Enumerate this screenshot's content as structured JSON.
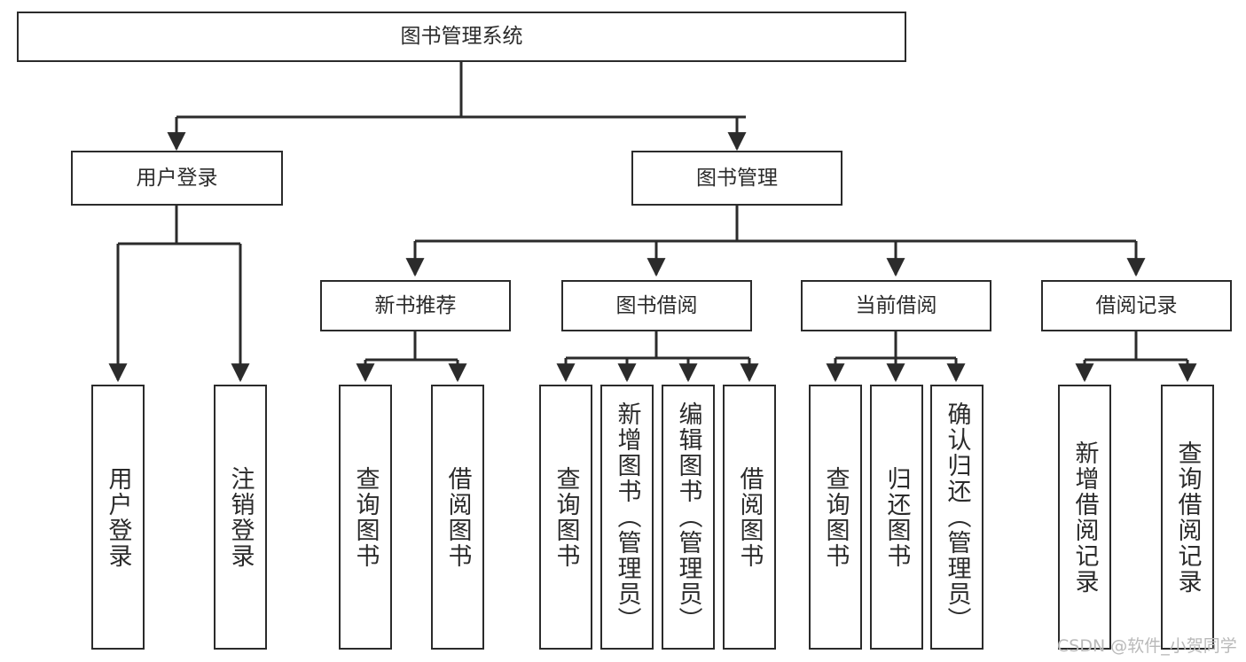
{
  "diagram": {
    "type": "tree-hierarchy",
    "title": "图书管理系统",
    "root": {
      "label": "图书管理系统"
    },
    "level2": [
      {
        "id": "user-login",
        "label": "用户登录"
      },
      {
        "id": "book-manage",
        "label": "图书管理"
      }
    ],
    "level3": [
      {
        "id": "new-book-rec",
        "label": "新书推荐",
        "parent": "book-manage"
      },
      {
        "id": "book-borrow",
        "label": "图书借阅",
        "parent": "book-manage"
      },
      {
        "id": "current-borrow",
        "label": "当前借阅",
        "parent": "book-manage"
      },
      {
        "id": "borrow-record",
        "label": "借阅记录",
        "parent": "book-manage"
      }
    ],
    "leaves": [
      {
        "id": "leaf-user-login",
        "label": "用户登录",
        "parent": "user-login"
      },
      {
        "id": "leaf-user-logout",
        "label": "注销登录",
        "parent": "user-login"
      },
      {
        "id": "leaf-query-book-1",
        "label": "查询图书",
        "parent": "new-book-rec"
      },
      {
        "id": "leaf-borrow-book-1",
        "label": "借阅图书",
        "parent": "new-book-rec"
      },
      {
        "id": "leaf-query-book-2",
        "label": "查询图书",
        "parent": "book-borrow"
      },
      {
        "id": "leaf-add-book",
        "label": "新增图书（管理员）",
        "parent": "book-borrow"
      },
      {
        "id": "leaf-edit-book",
        "label": "编辑图书（管理员）",
        "parent": "book-borrow"
      },
      {
        "id": "leaf-borrow-book-2",
        "label": "借阅图书",
        "parent": "book-borrow"
      },
      {
        "id": "leaf-query-book-3",
        "label": "查询图书",
        "parent": "current-borrow"
      },
      {
        "id": "leaf-return-book",
        "label": "归还图书",
        "parent": "current-borrow"
      },
      {
        "id": "leaf-confirm-return",
        "label": "确认归还（管理员）",
        "parent": "current-borrow"
      },
      {
        "id": "leaf-add-record",
        "label": "新增借阅记录",
        "parent": "borrow-record"
      },
      {
        "id": "leaf-query-record",
        "label": "查询借阅记录",
        "parent": "borrow-record"
      }
    ],
    "colors": {
      "stroke": "#2b2b2b",
      "fill": "#ffffff",
      "text": "#2b2b2b",
      "watermark": "#b9b9b9"
    }
  },
  "watermark": {
    "text": "CSDN @软件_小贺同学"
  }
}
